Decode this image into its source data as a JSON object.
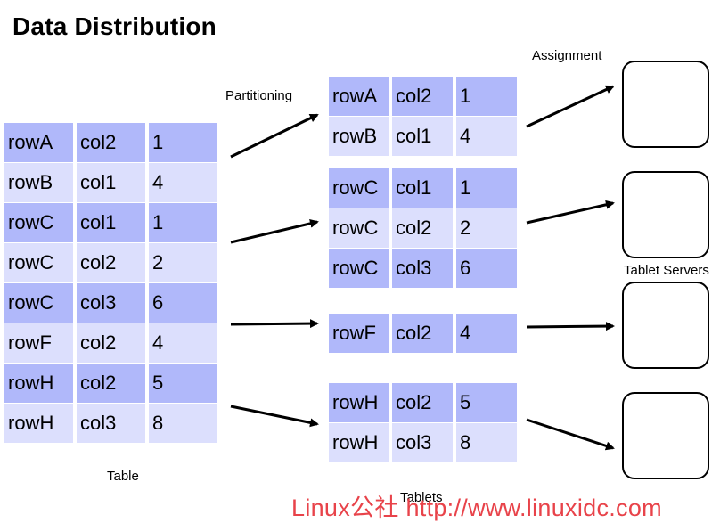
{
  "title": "Data Distribution",
  "labels": {
    "table": "Table",
    "partitioning": "Partitioning",
    "assignment": "Assignment",
    "tablet_servers": "Tablet Servers",
    "tablets": "Tablets"
  },
  "table_rows": [
    [
      "rowA",
      "col2",
      "1"
    ],
    [
      "rowB",
      "col1",
      "4"
    ],
    [
      "rowC",
      "col1",
      "1"
    ],
    [
      "rowC",
      "col2",
      "2"
    ],
    [
      "rowC",
      "col3",
      "6"
    ],
    [
      "rowF",
      "col2",
      "4"
    ],
    [
      "rowH",
      "col2",
      "5"
    ],
    [
      "rowH",
      "col3",
      "8"
    ]
  ],
  "tablets": [
    [
      [
        "rowA",
        "col2",
        "1"
      ],
      [
        "rowB",
        "col1",
        "4"
      ]
    ],
    [
      [
        "rowC",
        "col1",
        "1"
      ],
      [
        "rowC",
        "col2",
        "2"
      ],
      [
        "rowC",
        "col3",
        "6"
      ]
    ],
    [
      [
        "rowF",
        "col2",
        "4"
      ]
    ],
    [
      [
        "rowH",
        "col2",
        "5"
      ],
      [
        "rowH",
        "col3",
        "8"
      ]
    ]
  ],
  "watermark": "Linux公社 http://www.linuxidc.com",
  "colors": {
    "row_dark": "#b0b8fa",
    "row_light": "#dcdffd",
    "watermark": "#e8434a"
  }
}
